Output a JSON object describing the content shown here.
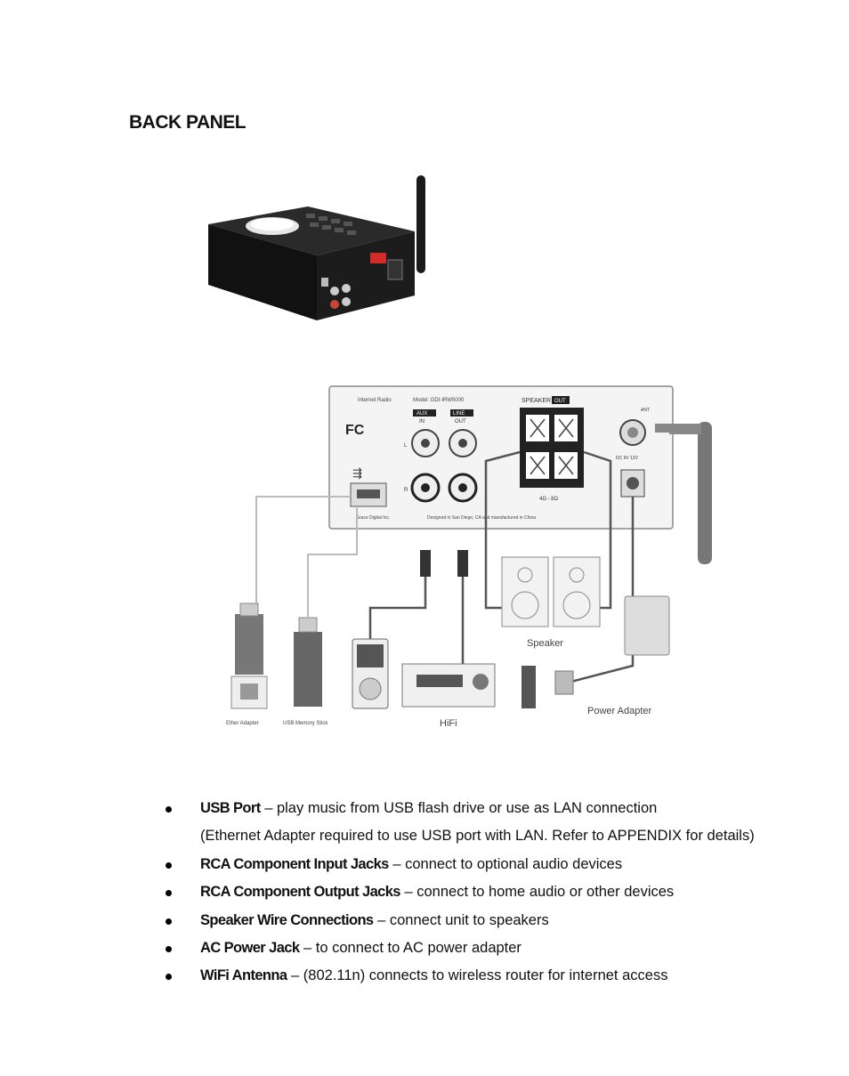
{
  "page": {
    "title": "BACK PANEL"
  },
  "diagram": {
    "panel": {
      "header_left": "Internet Radio",
      "header_model": "Model: GDI-IRW5000",
      "speaker_out": "SPEAKER",
      "speaker_out_badge": "OUT",
      "aux_label": "AUX",
      "aux_sub": "IN",
      "line_label": "LINE",
      "line_sub": "OUT",
      "ant_label": "ANT",
      "dc_label": "DC 9V 12V",
      "fc_mark": "FC",
      "impedance": "4Ω - 8Ω",
      "footer_company": "Grace Digital Inc.",
      "footer_made": "Designed in San Diego, CA and manufactured in China",
      "left_channel": "L",
      "right_channel": "R"
    },
    "labels": {
      "speaker": "Speaker",
      "hifi": "HiFi",
      "power_adapter": "Power Adapter",
      "ether_adapter": "Ether Adapter",
      "usb_stick": "USB Memory Stick"
    }
  },
  "features": [
    {
      "term": "USB Port",
      "description": " – play music from USB flash drive or use as LAN connection",
      "note": "(Ethernet Adapter required to use USB port with LAN. Refer to APPENDIX for details)"
    },
    {
      "term": "RCA Component Input Jacks",
      "description": " – connect to optional audio devices"
    },
    {
      "term": "RCA Component Output Jacks",
      "description": " – connect to home audio or other devices"
    },
    {
      "term": "Speaker Wire Connections",
      "description": " – connect unit to speakers"
    },
    {
      "term": "AC Power Jack",
      "description": " – to connect to AC power adapter"
    },
    {
      "term": "WiFi Antenna",
      "description": " – (802.11n) connects to wireless router for internet access"
    }
  ]
}
